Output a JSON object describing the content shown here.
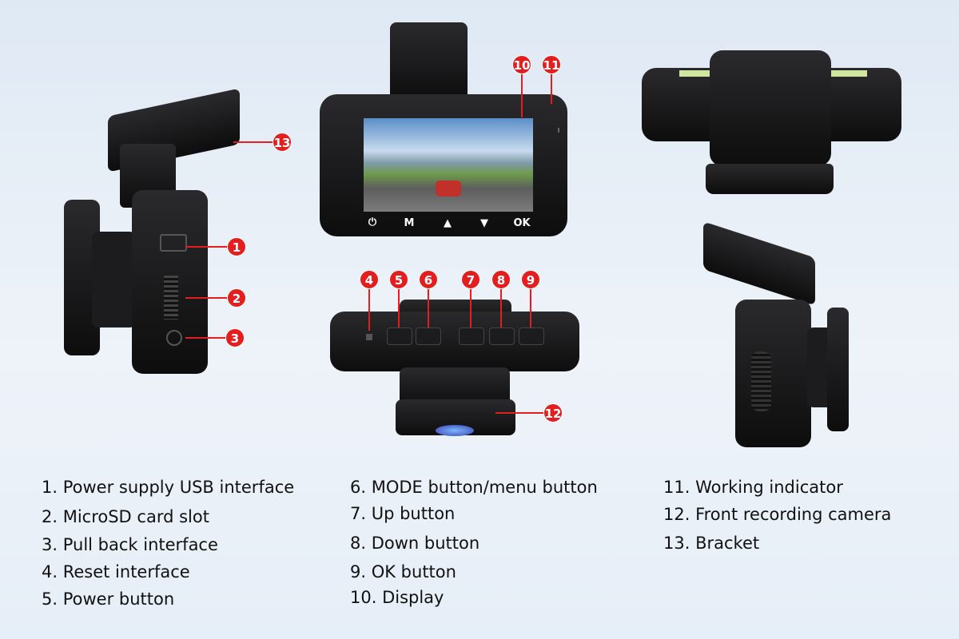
{
  "callouts": {
    "c1": "1",
    "c2": "2",
    "c3": "3",
    "c4": "4",
    "c5": "5",
    "c6": "6",
    "c7": "7",
    "c8": "8",
    "c9": "9",
    "c10": "10",
    "c11": "11",
    "c12": "12",
    "c13": "13"
  },
  "screen_buttons": {
    "power": "⏻",
    "mode": "M",
    "up": "▲",
    "down": "▼",
    "ok": "OK"
  },
  "legend": {
    "col1": [
      "1. Power supply USB interface",
      "2. MicroSD card slot",
      "3. Pull back interface",
      "4. Reset interface",
      "5. Power button"
    ],
    "col2": [
      "6. MODE button/menu button",
      "7. Up button",
      "8. Down button",
      "9. OK button",
      "10. Display"
    ],
    "col3": [
      "11. Working indicator",
      "12. Front recording camera",
      "13. Bracket"
    ]
  },
  "colors": {
    "callout": "#e41e1e",
    "background": "#e6eef7"
  }
}
